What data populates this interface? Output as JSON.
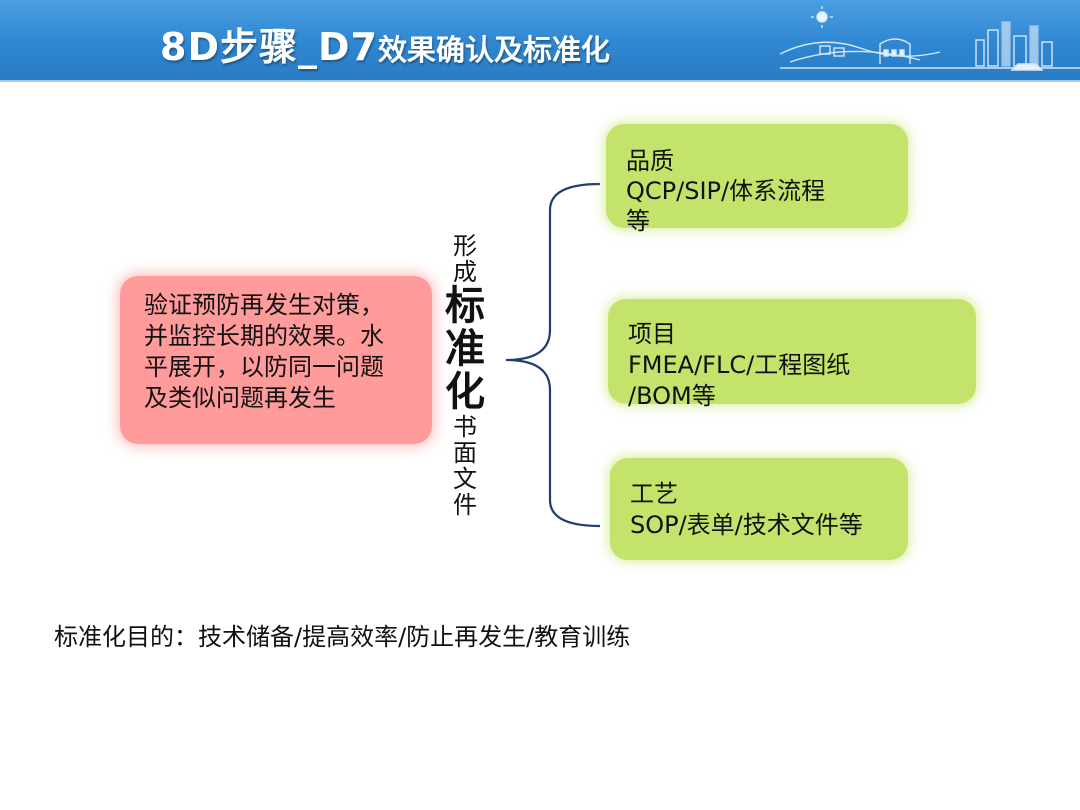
{
  "header": {
    "title_main": "8D步骤_D7",
    "title_sub": "效果确认及标准化",
    "background": "#2f86d1"
  },
  "left_box": {
    "lines": [
      "验证预防再发生对策，",
      "并监控长期的效果。水",
      "平展开，以防同一问题",
      "及类似问题再发生"
    ],
    "color": "#ff9b9b"
  },
  "center_label": {
    "chars": [
      {
        "text": "形",
        "bold": false
      },
      {
        "text": "成",
        "bold": false
      },
      {
        "text": "标",
        "bold": true
      },
      {
        "text": "准",
        "bold": true
      },
      {
        "text": "化",
        "bold": true
      },
      {
        "text": "书",
        "bold": false
      },
      {
        "text": "面",
        "bold": false
      },
      {
        "text": "文",
        "bold": false
      },
      {
        "text": "件",
        "bold": false
      }
    ]
  },
  "right_boxes": {
    "quality": {
      "lines": [
        "品质",
        "QCP/SIP/体系流程",
        "等"
      ]
    },
    "project": {
      "lines": [
        "项目",
        "FMEA/FLC/工程图纸",
        "/BOM等"
      ]
    },
    "process": {
      "lines": [
        "工艺",
        "SOP/表单/技术文件等"
      ]
    },
    "color": "#c4e36a"
  },
  "purpose_text": "标准化目的：技术储备/提高效率/防止再发生/教育训练",
  "colors": {
    "brace": "#1f3f6e"
  }
}
